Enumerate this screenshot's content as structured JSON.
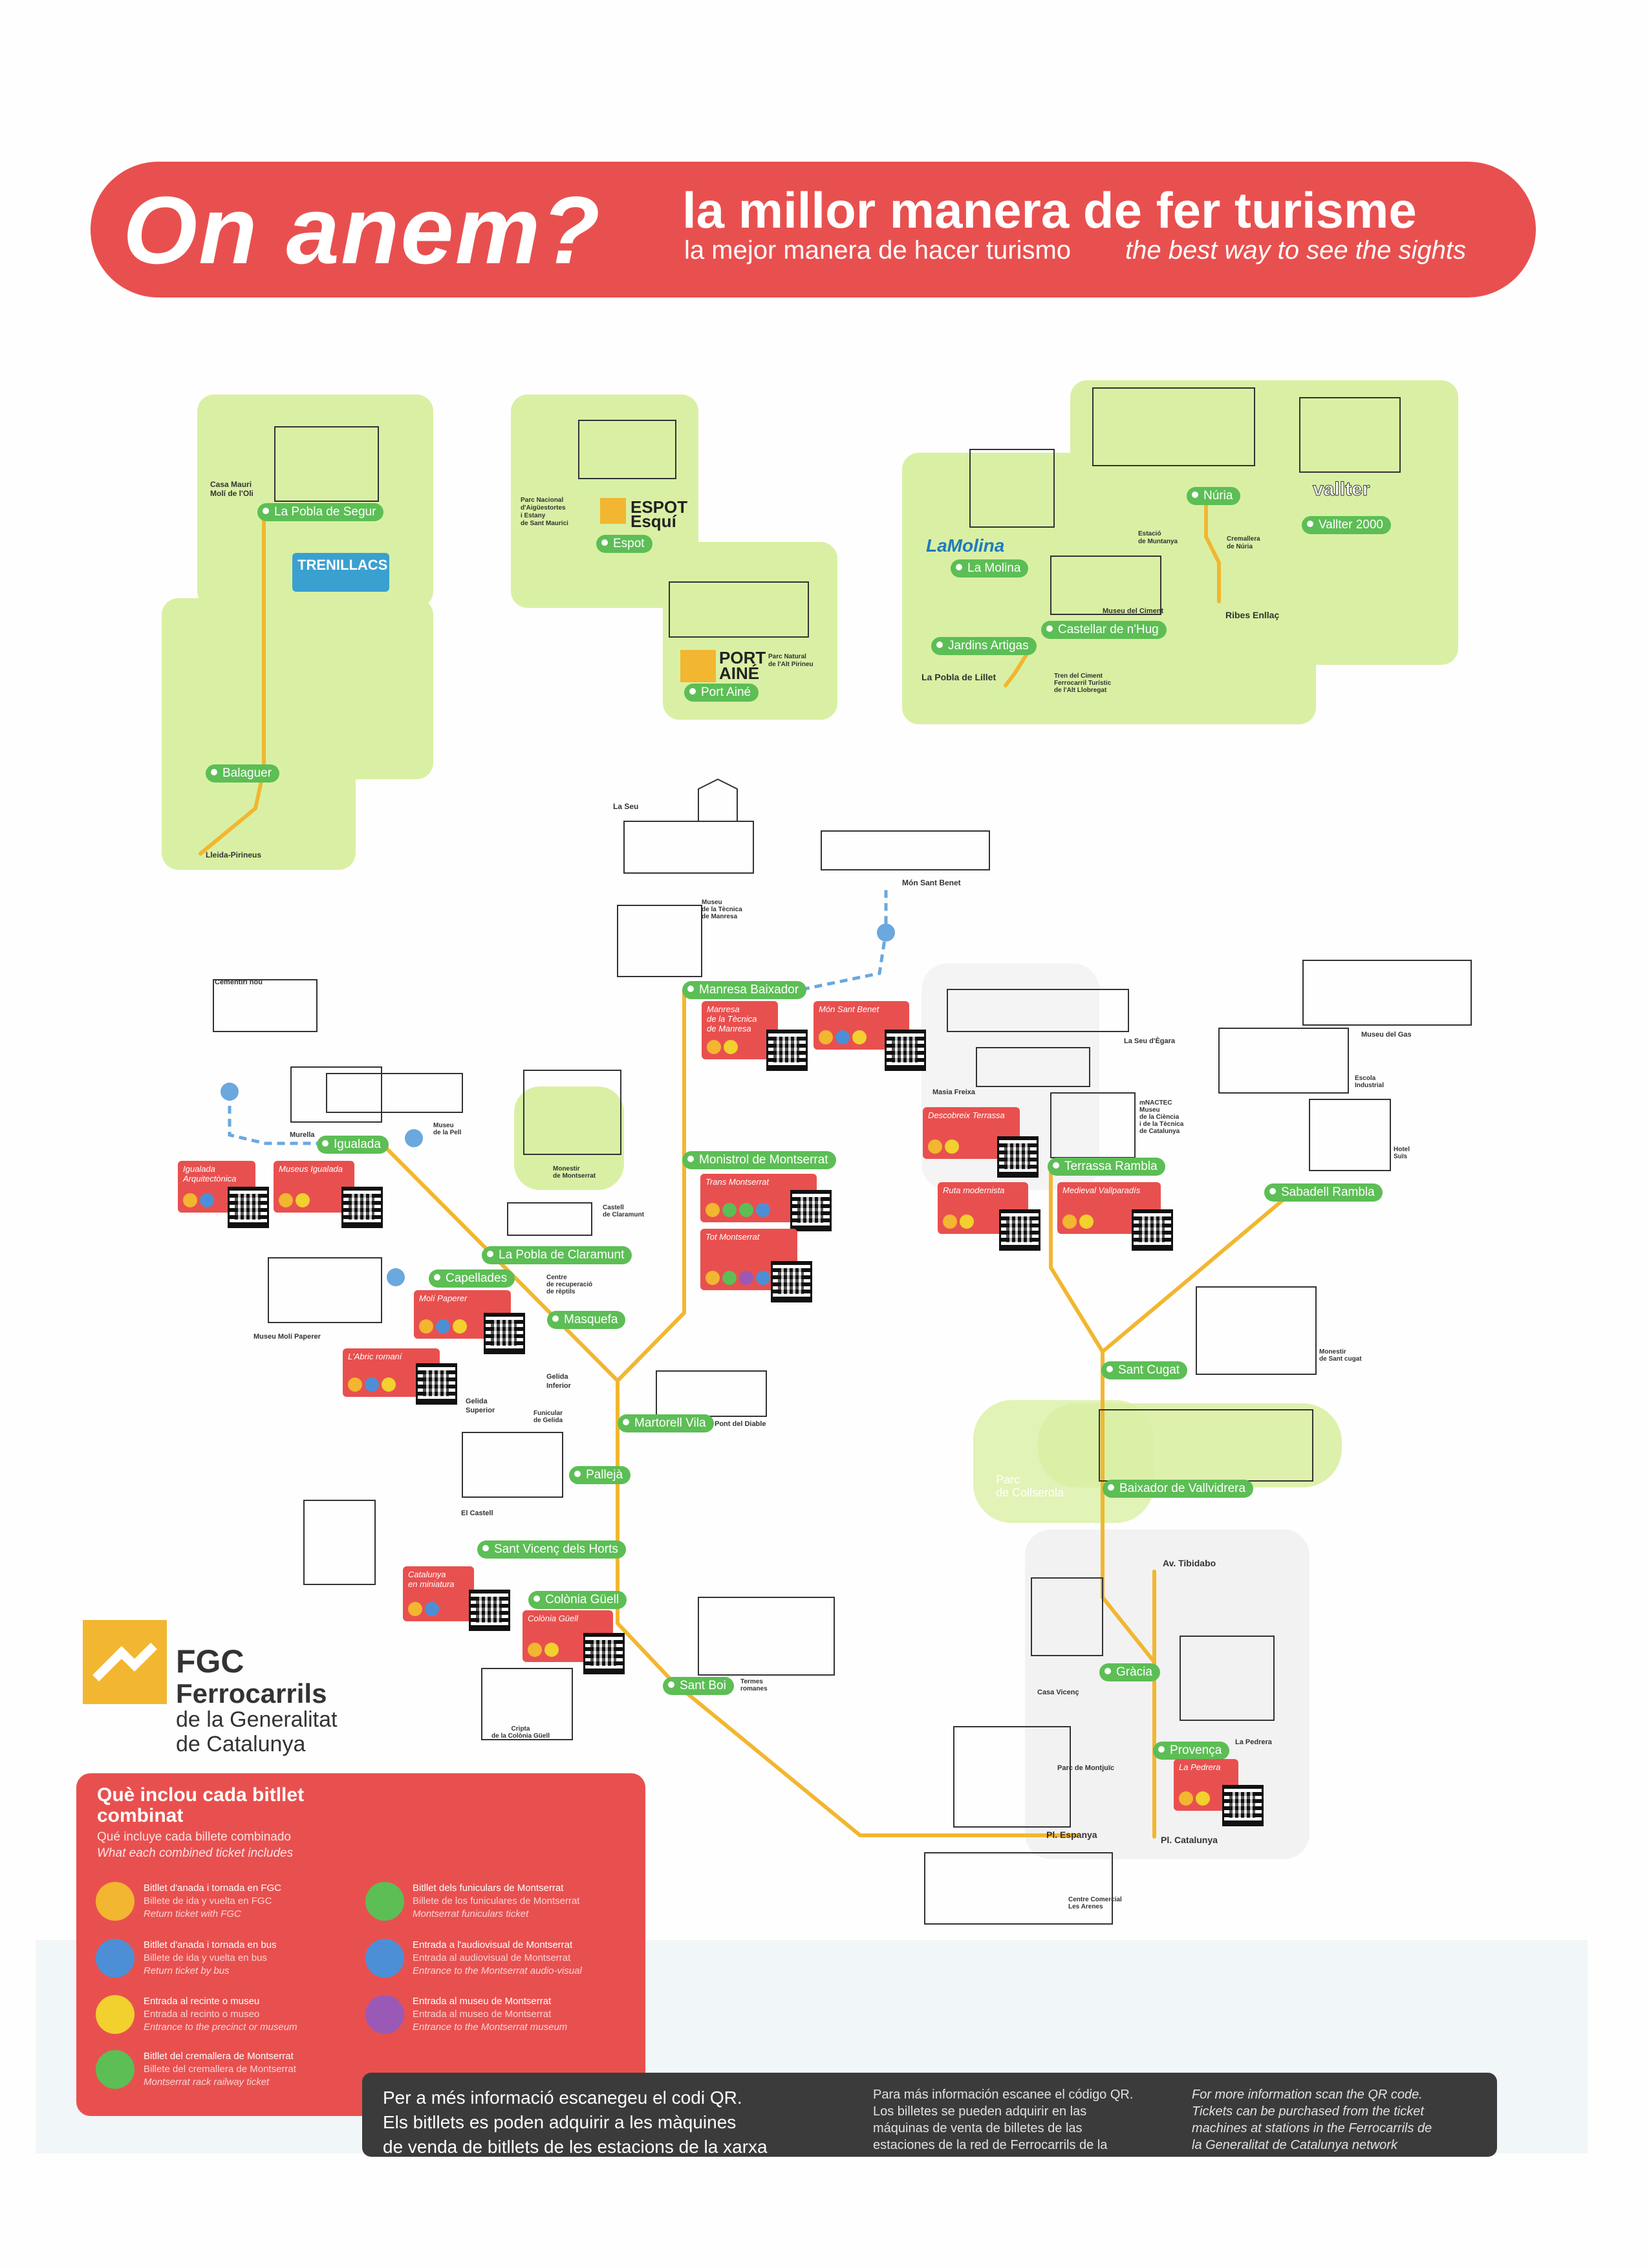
{
  "header": {
    "title": "On anem?",
    "subtitle_ca": "la millor manera de fer turisme",
    "subtitle_es": "la mejor manera de hacer turismo",
    "subtitle_en": "the best way to see the sights"
  },
  "insets": {
    "lleida": {
      "stations": [
        "La Pobla de Segur",
        "Balaguer"
      ],
      "labels": [
        "Casa Mauri\nMolí de l'Oli",
        "Lleida-Pirineus"
      ],
      "logo": "TRENILLACS"
    },
    "espot": {
      "stations": [
        "Espot",
        "Port Ainé"
      ],
      "labels": [
        "Parc Nacional\nd'Aigüestortes\ni Estany\nde Sant Maurici",
        "Parc Natural\nde l'Alt Pirineu"
      ],
      "logos": [
        "ESPOT\nEsquí",
        "PORT\nAINÉ"
      ]
    },
    "ripolles": {
      "stations": [
        "Núria",
        "Vallter 2000",
        "La Molina",
        "Castellar de n'Hug",
        "Jardins Artigas"
      ],
      "labels": [
        "Estació\nde Muntanya",
        "Cremallera\nde Núria",
        "Museu del Ciment",
        "Ribes Enllaç",
        "La Pobla de Lillet",
        "Tren del Ciment\nFerrocarril Turístic\nde l'Alt Llobregat"
      ],
      "logos": [
        "LaMolina",
        "vallter"
      ]
    }
  },
  "network": {
    "stations": [
      "Manresa Baixador",
      "Igualada",
      "Monistrol de Montserrat",
      "La Pobla de Claramunt",
      "Capellades",
      "Masquefa",
      "Martorell Vila",
      "Pallejà",
      "Sant Vicenç dels Horts",
      "Colònia Güell",
      "Sant Boi",
      "Pl. Espanya",
      "Terrassa Rambla",
      "Sabadell Rambla",
      "Sant Cugat",
      "Baixador de Vallvidrera",
      "Gràcia",
      "Provença",
      "Av. Tibidabo",
      "Pl. Catalunya"
    ],
    "places": [
      "La Seu",
      "Museu\nde la Tècnica\nde Manresa",
      "Món Sant Benet",
      "Cementiri nou",
      "Murella",
      "Museu\nde la Pell",
      "Monestir\nde Montserrat",
      "Castell\nde Claramunt",
      "Centre\nde recuperació\nde rèptils",
      "Museu Molí Paperer",
      "Gelida\nInferior",
      "Gelida\nSuperior",
      "Funicular\nde Gelida",
      "Pont del Diable",
      "El Castell",
      "Cripta\nde la Colònia Güell",
      "Termes\nromanes",
      "La Seu d'Ègara",
      "Masia Freixa",
      "mNACTEC\nMuseu\nde la Ciència\ni de la Tècnica\nde Catalunya",
      "Museu del Gas",
      "Escola\nIndustrial",
      "Hotel\nSuïs",
      "Monestir\nde Sant cugat",
      "Parc\nde Collserola",
      "Casa Vicenç",
      "La Pedrera",
      "Parc de Montjuïc",
      "Centre Comercial\nLes Arenes"
    ],
    "tickets": [
      "Manresa\nde la Tècnica\nde Manresa",
      "Món Sant Benet",
      "Igualada\nArquitectònica",
      "Museus Igualada",
      "Trans Montserrat",
      "Tot Montserrat",
      "Molí Paperer",
      "L'Abric romaní",
      "Catalunya\nen miniatura",
      "Colònia Güell",
      "Descobreix Terrassa",
      "Ruta modernista",
      "Medieval Vallparadís",
      "La Pedrera"
    ]
  },
  "brand": {
    "name": "FGC",
    "line1": "Ferrocarrils",
    "line2": "de la Generalitat",
    "line3": "de Catalunya"
  },
  "legend": {
    "title_ca": "Què inclou cada bitllet\ncombinat",
    "title_es": "Qué incluye cada billete combinado",
    "title_en": "What each combined ticket includes",
    "items": [
      {
        "icon": "train-icon",
        "color": "#f2b630",
        "ca": "Bitllet d'anada i tornada en FGC",
        "es": "Billete de ida y vuelta en FGC",
        "en": "Return ticket with FGC"
      },
      {
        "icon": "bus-icon",
        "color": "#4d8fd6",
        "ca": "Bitllet d'anada i tornada en bus",
        "es": "Billete de ida y vuelta en bus",
        "en": "Return ticket by bus"
      },
      {
        "icon": "ticket-icon",
        "color": "#f2d02e",
        "ca": "Entrada al recinte o museu",
        "es": "Entrada al recinto o museo",
        "en": "Entrance to the precinct or museum"
      },
      {
        "icon": "rack-railway-icon",
        "color": "#5cbe55",
        "ca": "Bitllet del cremallera de Montserrat",
        "es": "Billete del cremallera de Montserrat",
        "en": "Montserrat rack railway ticket"
      },
      {
        "icon": "funicular-icon",
        "color": "#5cbe55",
        "ca": "Bitllet dels funiculars de Montserrat",
        "es": "Billete de los funiculares de Montserrat",
        "en": "Montserrat funiculars ticket"
      },
      {
        "icon": "audiovisual-icon",
        "color": "#4d8fd6",
        "ca": "Entrada a l'audiovisual de Montserrat",
        "es": "Entrada al audiovisual de Montserrat",
        "en": "Entrance to the Montserrat audio-visual"
      },
      {
        "icon": "museum-icon",
        "color": "#9b59b6",
        "ca": "Entrada al museu de Montserrat",
        "es": "Entrada al museo de Montserrat",
        "en": "Entrance to the Montserrat museum"
      }
    ]
  },
  "footer": {
    "ca1": "Per a més informació escanegeu el codi QR.",
    "ca2": "Els bitllets es poden adquirir a les màquines",
    "ca3": "de venda de bitllets de les estacions de la xarxa",
    "es1": "Para más información escanee el código QR.",
    "es2": "Los billetes se pueden adquirir en las",
    "es3": "máquinas de venta de billetes de las",
    "es4": "estaciones de la red de Ferrocarrils de la",
    "en1": "For more information scan the QR code.",
    "en2": "Tickets can be purchased from the ticket",
    "en3": "machines at stations in the Ferrocarrils de",
    "en4": "la Generalitat de Catalunya network"
  },
  "colors": {
    "red": "#e8504f",
    "green": "#5cbe55",
    "line": "#f2b630",
    "panel": "#d9f0a4",
    "bus": "#4d8fd6"
  }
}
